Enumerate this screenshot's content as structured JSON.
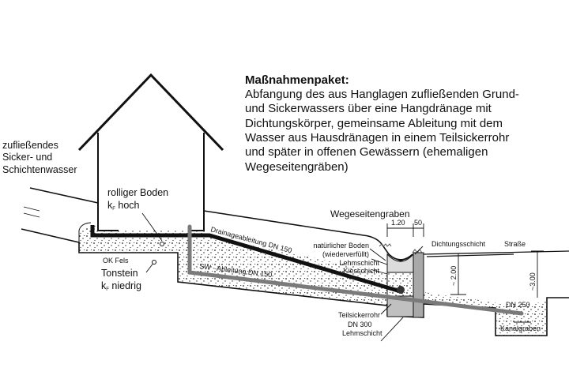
{
  "title": "Maßnahmenpaket:",
  "description_lines": [
    "Abfangung des aus Hanglagen zufließenden Grund-",
    "und Sickerwassers über eine Hangdränage mit",
    "Dichtungskörper, gemeinsame Ableitung mit dem",
    "Wasser aus Hausdränagen in einem Teilsickerrohr",
    "und später in offenen Gewässern (ehemaligen",
    "Wegeseitengräben)"
  ],
  "labels": {
    "inflow": [
      "zufließendes",
      "Sicker- und",
      "Schichtenwasser"
    ],
    "soil": [
      "rolliger Boden",
      "k",
      "F",
      " hoch"
    ],
    "rock_top": "OK Fels",
    "claystone": [
      "Tonstein",
      "k",
      "F",
      " niedrig"
    ],
    "drain_pipe": "Drainageableitung DN 150",
    "sw_pipe": "SW - Ableitung DN 150",
    "ditch_title": "Wegeseitengraben",
    "dim_width": "1.20",
    "dim_seal": "50",
    "natural_soil": [
      "natürlicher Boden",
      "(wiederverfüllt)"
    ],
    "loam_top": "Lehmschicht",
    "gravel": "Kiesschicht",
    "seal": "Dichtungsschicht",
    "road": "Straße",
    "depth_2": "~ 2.00",
    "depth_3": "~3.00",
    "dn250": "DN 250",
    "perforated_pipe": [
      "Teilsickerrohr",
      "DN 300"
    ],
    "loam_bottom": "Lehmschicht",
    "sewer_trench": "Kanalgraben"
  },
  "colors": {
    "line": "#111111",
    "gray_pipe": "#7a7a7a",
    "seal": "#a8a8a8",
    "loam": "#d6d6d6"
  }
}
